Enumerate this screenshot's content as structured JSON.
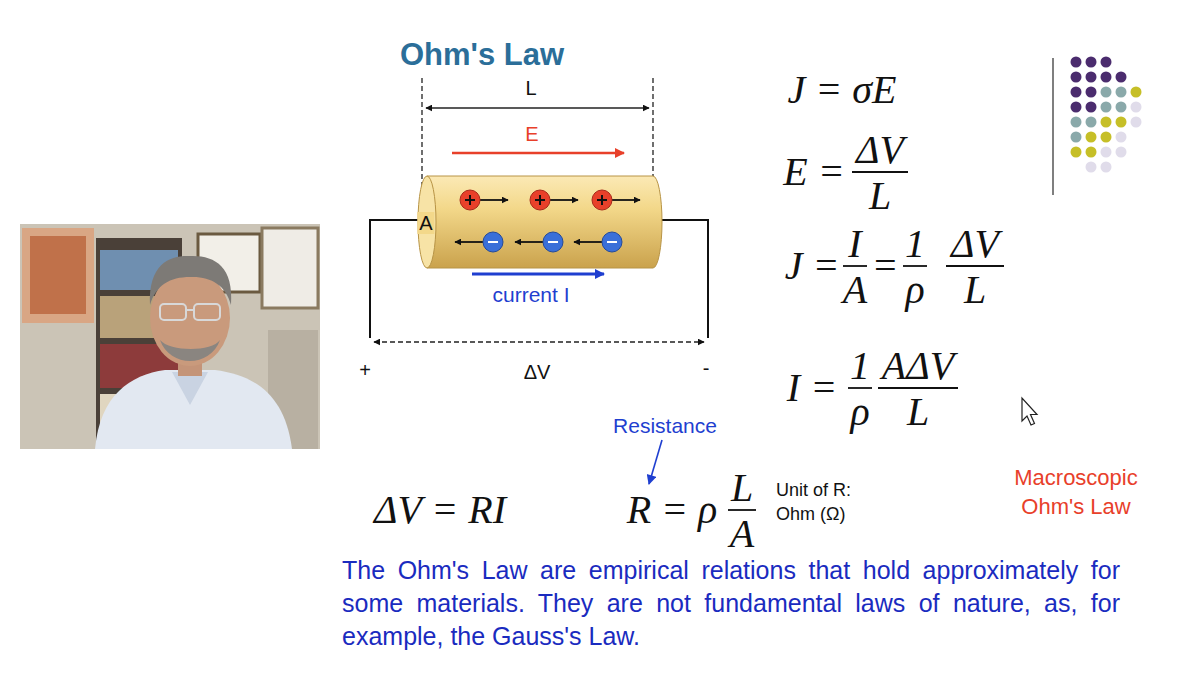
{
  "diagram": {
    "title": "Ohm's Law",
    "labels": [
      "L",
      "E",
      "A",
      "current I",
      "+",
      "ΔV",
      "-",
      "J = σE",
      "E =",
      "ΔV",
      "L",
      "J =",
      "I",
      "A",
      "=",
      "1",
      "ρ",
      "ΔV",
      "L",
      "I =",
      "1",
      "ρ",
      "AΔV",
      "L",
      "Resistance",
      "ΔV = RI",
      "R = ρ",
      "L",
      "A",
      "Unit of R: Ohm (Ω)",
      "Macroscopic Ohm's Law",
      "The Ohm's Law are empirical relations that hold approximately for some materials. They are not fundamental laws of nature, as, for example, the Gauss's Law."
    ]
  }
}
